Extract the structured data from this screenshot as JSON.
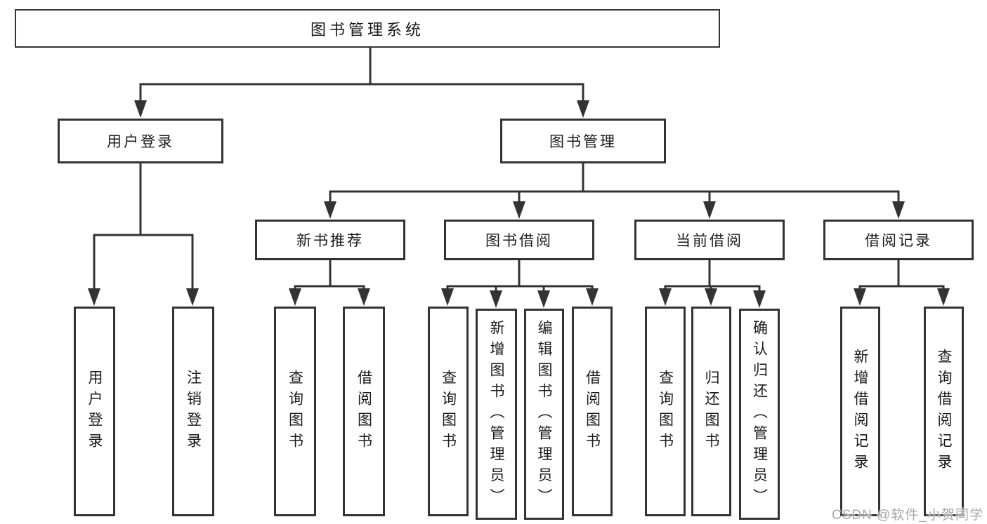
{
  "tree": {
    "root": {
      "label": "图书管理系统"
    },
    "branches": [
      {
        "label": "用户登录",
        "children": [
          {
            "label": "用户登录"
          },
          {
            "label": "注销登录"
          }
        ]
      },
      {
        "label": "图书管理",
        "children": [
          {
            "label": "新书推荐",
            "children": [
              {
                "label": "查询图书"
              },
              {
                "label": "借阅图书"
              }
            ]
          },
          {
            "label": "图书借阅",
            "children": [
              {
                "label": "查询图书"
              },
              {
                "label": "新增图书（管理员）"
              },
              {
                "label": "编辑图书（管理员）"
              },
              {
                "label": "借阅图书"
              }
            ]
          },
          {
            "label": "当前借阅",
            "children": [
              {
                "label": "查询图书"
              },
              {
                "label": "归还图书"
              },
              {
                "label": "确认归还（管理员）"
              }
            ]
          },
          {
            "label": "借阅记录",
            "children": [
              {
                "label": "新增借阅记录"
              },
              {
                "label": "查询借阅记录"
              }
            ]
          }
        ]
      }
    ]
  },
  "watermark": "CSDN @软件_小贺同学",
  "colors": {
    "line": "#333333",
    "box_border": "#333333",
    "text": "#1a1a1a",
    "background": "#ffffff",
    "watermark": "#a8a8a8"
  }
}
